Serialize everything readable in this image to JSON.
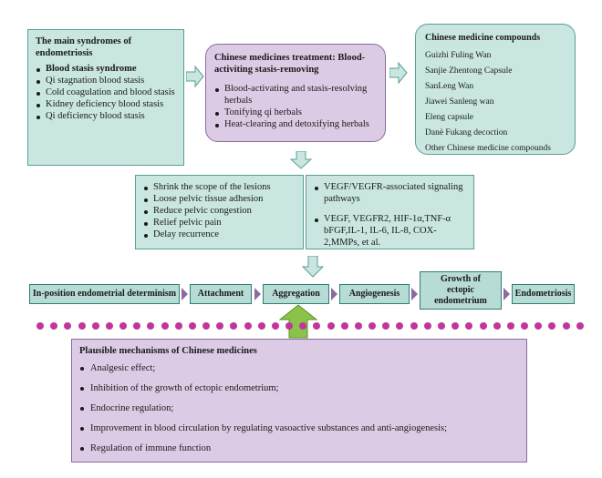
{
  "syndromes": {
    "title": "The main syndromes of endometriosis",
    "items": [
      "Blood stasis syndrome",
      "Qi stagnation blood stasis",
      "Cold coagulation and blood stasis",
      "Kidney deficiency blood stasis",
      "Qi deficiency blood stasis"
    ]
  },
  "treatment": {
    "title": "Chinese medicines treatment: Blood-activiting stasis-removing",
    "items": [
      "Blood-activating and stasis-resolving herbals",
      "Tonifying qi herbals",
      "Heat-clearing and detoxifying herbals"
    ]
  },
  "compounds": {
    "title": "Chinese medicine compounds",
    "items": [
      "Guizhi Fuling Wan",
      "Sanjie Zhentong Capsule",
      "SanLeng Wan",
      "Jiawei Sanleng wan",
      "Eleng capsule",
      "Danè Fukang decoction",
      "Other Chinese medicine compounds"
    ]
  },
  "effects": {
    "items": [
      "Shrink the scope of the lesions",
      "Loose pelvic tissue adhesion",
      "Reduce pelvic congestion",
      "Relief pelvic pain",
      "Delay recurrence"
    ]
  },
  "pathways": {
    "items": [
      "VEGF/VEGFR-associated signaling pathways",
      "VEGF, VEGFR2, HIF-1α,TNF-α bFGF,IL-1, IL-6, IL-8, COX-2,MMPs, et al."
    ]
  },
  "stages": [
    "In-position endometrial determinism",
    "Attachment",
    "Aggregation",
    "Angiogenesis",
    "Growth of ectopic endometrium",
    "Endometriosis"
  ],
  "mechanisms": {
    "title": "Plausible mechanisms of Chinese medicines",
    "items": [
      "Analgesic effect;",
      "Inhibition of the growth of ectopic endometrium;",
      "Endocrine regulation;",
      "Improvement in blood circulation by regulating vasoactive substances and anti-angiogenesis;",
      "Regulation of immune function"
    ]
  },
  "colors": {
    "teal_fill": "#c9e6e1",
    "purple_fill": "#dccbe4",
    "arrow_green": "#8bc34a",
    "dots": "#c1369a"
  }
}
